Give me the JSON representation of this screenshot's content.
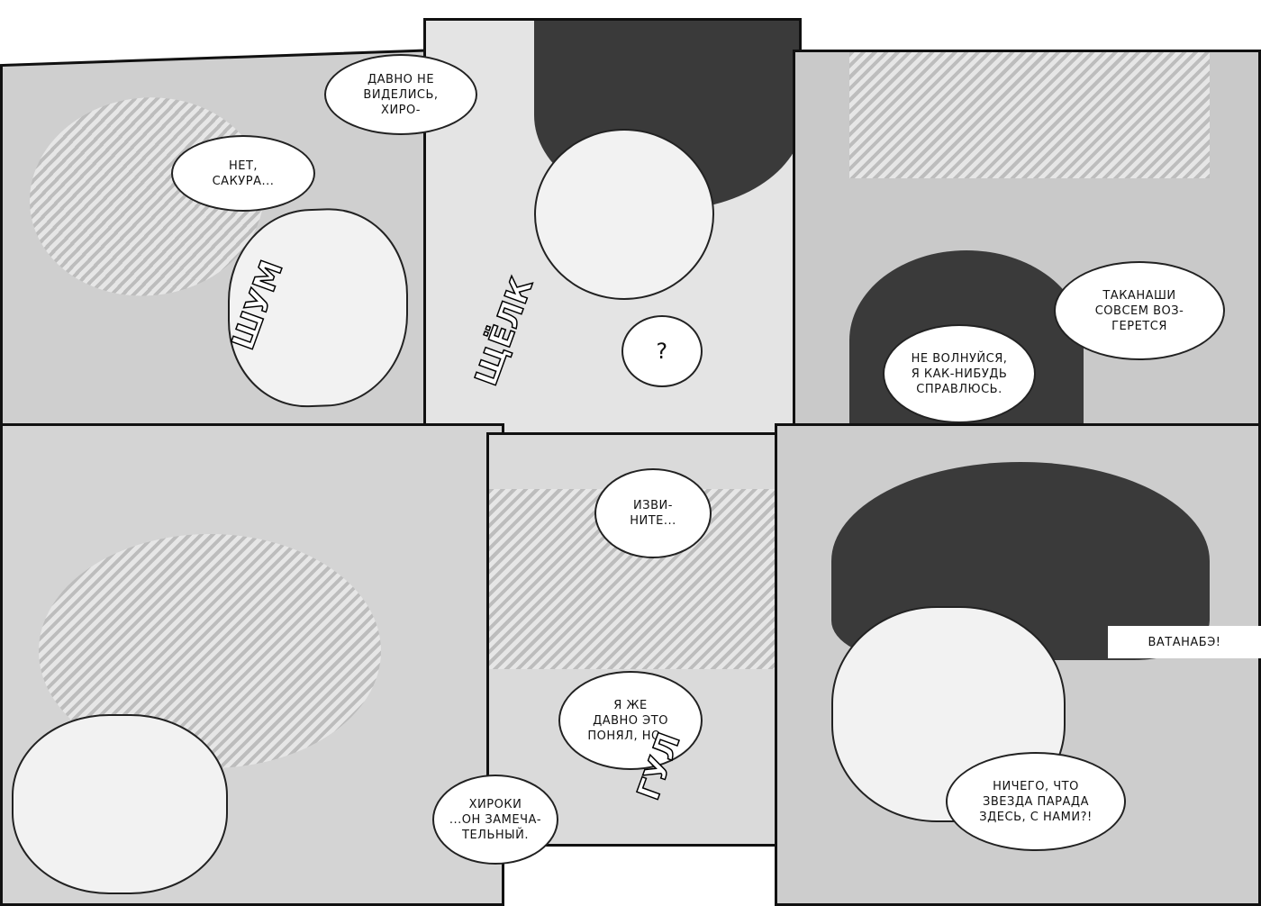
{
  "dialogue": {
    "b1": "ДАВНО НЕ\nВИДЕЛИСЬ,\nХИРО-",
    "b2": "НЕТ,\nСАКУРА...",
    "b3": "?",
    "b4": "ТАКАНАШИ\nСОВСЕМ ВОЗ-\nГЕРЕТСЯ",
    "b5": "НЕ ВОЛНУЙСЯ,\nЯ КАК-НИБУДЬ\nСПРАВЛЮСЬ.",
    "b6": "ИЗВИ-\nНИТЕ...",
    "b7": "ВАТАНАБЭ!",
    "b8": "Я ЖЕ\nДАВНО ЭТО\nПОНЯЛ, НО...",
    "b9": "НИЧЕГО, ЧТО\nЗВЕЗДА ПАРАДА\nЗДЕСЬ, С НАМИ?!",
    "b10": "ХИРОКИ\n...ОН ЗАМЕЧА-\nТЕЛЬНЫЙ."
  },
  "sfx": {
    "s1": "ЩЁЛК",
    "s2": "ШУМ",
    "s3": "ГУЛ"
  }
}
